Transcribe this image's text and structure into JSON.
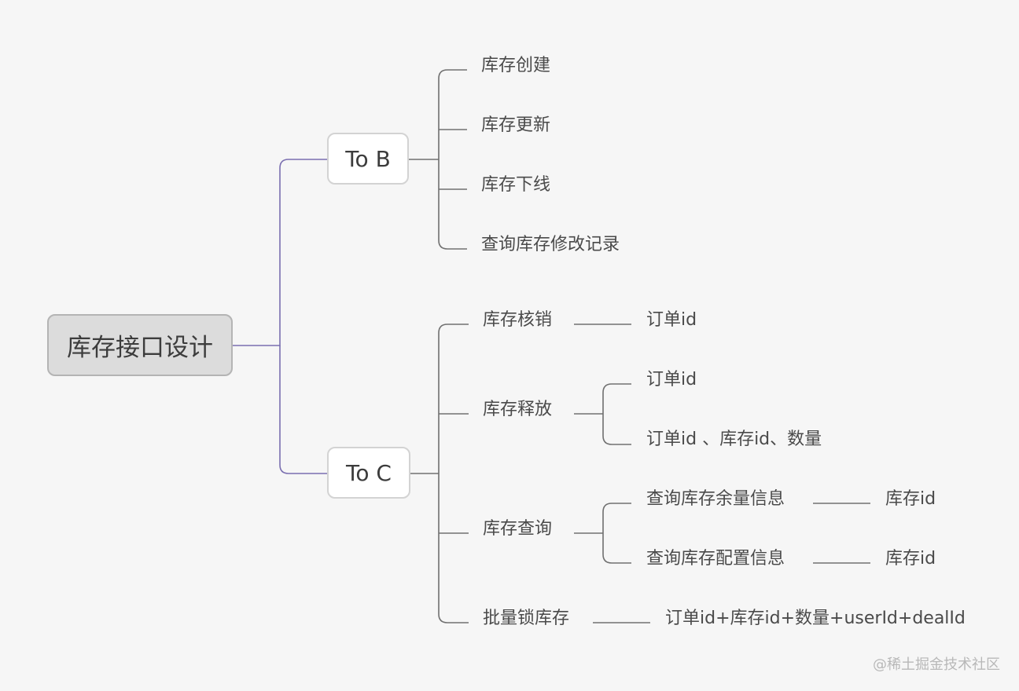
{
  "root": {
    "label": "库存接口设计"
  },
  "to_b": {
    "label": "To B",
    "items": [
      "库存创建",
      "库存更新",
      "库存下线",
      "查询库存修改记录"
    ]
  },
  "to_c": {
    "label": "To C",
    "hexiao": {
      "label": "库存核销",
      "param": "订单id"
    },
    "shifang": {
      "label": "库存释放",
      "params": [
        "订单id",
        "订单id 、库存id、数量"
      ]
    },
    "chaxun": {
      "label": "库存查询",
      "sub": [
        {
          "label": "查询库存余量信息",
          "param": "库存id"
        },
        {
          "label": "查询库存配置信息",
          "param": "库存id"
        }
      ]
    },
    "suo": {
      "label": "批量锁库存",
      "param": "订单id+库存id+数量+userId+dealId"
    }
  },
  "watermark": "@稀土掘金技术社区",
  "colors": {
    "root_link": "#7a6fb0",
    "line": "#707070"
  }
}
